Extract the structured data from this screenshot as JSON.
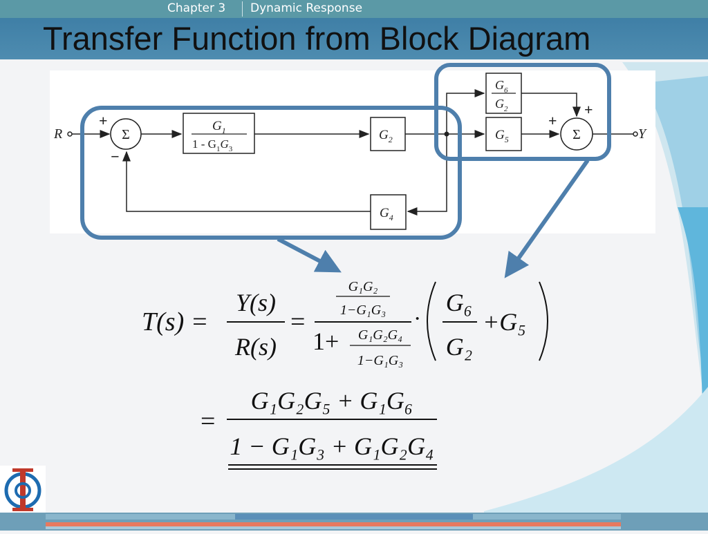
{
  "header": {
    "chapter_label": "Chapter 3",
    "section_label": "Dynamic Response"
  },
  "slide": {
    "title": "Transfer Function from Block Diagram"
  },
  "diagram": {
    "input_label": "R",
    "output_label": "Y",
    "summer_symbol": "Σ",
    "sign_plus": "+",
    "sign_minus": "−",
    "blocks": {
      "g1_block": {
        "num": "G",
        "num_sub": "1",
        "den": "1 - G",
        "den_sub1": "1",
        "den_mid": "G",
        "den_sub2": "3"
      },
      "g2_block": {
        "label": "G",
        "sub": "2"
      },
      "g4_block": {
        "label": "G",
        "sub": "4"
      },
      "g5_block": {
        "label": "G",
        "sub": "5"
      },
      "g6g2_block": {
        "num": "G",
        "num_sub": "6",
        "den": "G",
        "den_sub": "2"
      }
    }
  },
  "equation": {
    "line1": {
      "lhs": "T(s) =",
      "ratio_num": "Y(s)",
      "ratio_den": "R(s)",
      "equals": "=",
      "inner_num_num": "G₁G₂",
      "inner_num_den": "1−G₁G₃",
      "one_plus": "1+",
      "inner_den_num": "G₁G₂G₄",
      "inner_den_den": "1−G₁G₃",
      "dot": "·",
      "paren_frac_num": "G₆",
      "paren_frac_den": "G₂",
      "plus_term": "+G₅"
    },
    "line2": {
      "equals": "=",
      "numerator": "G₁G₂G₅ + G₁G₆",
      "denominator": "1 − G₁G₃ + G₁G₂G₄"
    }
  },
  "colors": {
    "accent_blue": "#4e7fac",
    "header_teal": "#5b99a6"
  }
}
